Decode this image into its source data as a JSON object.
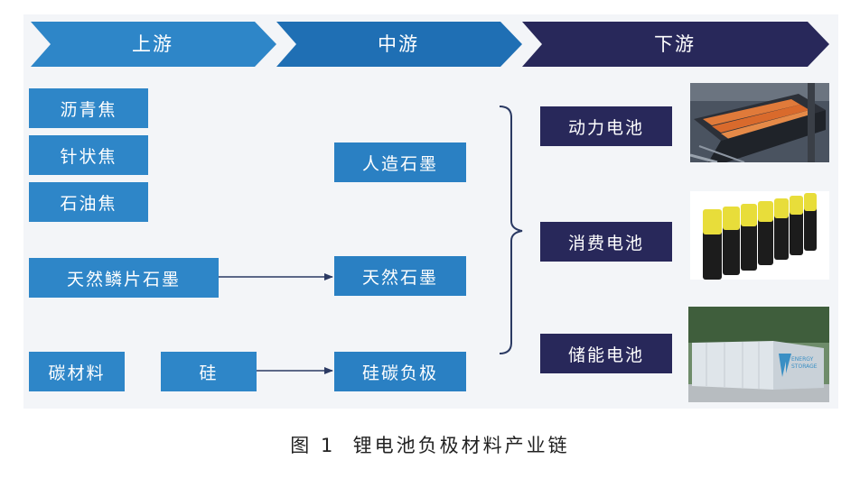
{
  "stages": {
    "upstream": "上游",
    "midstream": "中游",
    "downstream": "下游"
  },
  "upstream": {
    "asphalt_coke": "沥青焦",
    "needle_coke": "针状焦",
    "petroleum_coke": "石油焦",
    "natural_flake_graphite": "天然鳞片石墨",
    "carbon_material": "碳材料",
    "silicon": "硅"
  },
  "midstream": {
    "artificial_graphite": "人造石墨",
    "natural_graphite": "天然石墨",
    "silicon_carbon_anode": "硅碳负极"
  },
  "downstream": {
    "power_battery": "动力电池",
    "consumer_battery": "消费电池",
    "storage_battery": "储能电池"
  },
  "storage_photo_text": {
    "line1": "ENERGY",
    "line2": "STORAGE"
  },
  "colors": {
    "chevron_light": "#2e86c8",
    "chevron_mid": "#1f6fb4",
    "chevron_dark": "#28285a",
    "box_blue": "#2e86c8",
    "box_dark": "#28285a"
  },
  "caption": "图 1  锂电池负极材料产业链"
}
